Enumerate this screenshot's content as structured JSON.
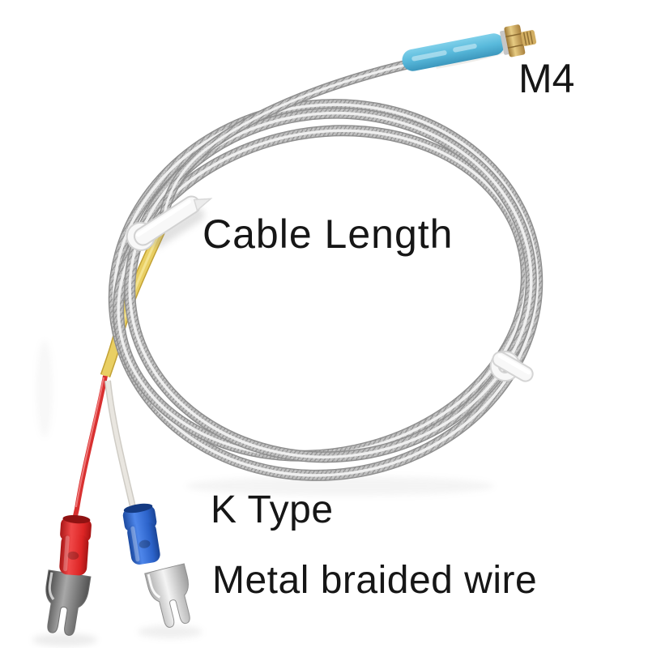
{
  "photo": {
    "type": "product-photo",
    "subject": "k-type-thermocouple-sensor-cable",
    "labels": {
      "m4": "M4",
      "cable_length": "Cable Length",
      "k_type": "K Type",
      "metal_braided_wire": "Metal braided wire"
    },
    "colors": {
      "background": "#ffffff",
      "text": "#161616",
      "sleeve_blue": "#58b9db",
      "brass": "#c9a258",
      "shrink_yellow": "#e9cf63",
      "wire_red": "#d83030",
      "wire_white": "#e9e6e0",
      "terminal_red_insulation": "#e62b2b",
      "terminal_blue_insulation": "#2f6cd4",
      "braid_silver": "#c6c6c6",
      "clip_white": "#f8f8f8"
    },
    "parts": [
      {
        "name": "m4-threaded-probe-tip"
      },
      {
        "name": "blue-heat-shrink-sleeve"
      },
      {
        "name": "metal-braided-cable-coil"
      },
      {
        "name": "white-cable-clip-top-left"
      },
      {
        "name": "white-cable-clip-right"
      },
      {
        "name": "yellow-transition-sleeve"
      },
      {
        "name": "red-lead-wire"
      },
      {
        "name": "white-lead-wire"
      },
      {
        "name": "red-fork-terminal"
      },
      {
        "name": "blue-fork-terminal"
      }
    ]
  }
}
